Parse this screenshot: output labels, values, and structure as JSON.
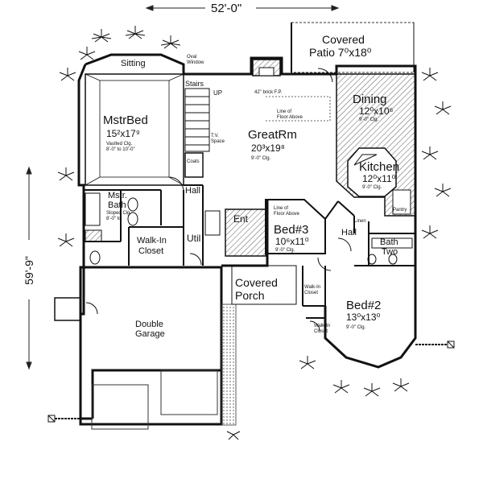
{
  "dimensions": {
    "width": "52'-0\"",
    "depth": "59'-9\""
  },
  "rooms": {
    "sitting": "Sitting",
    "oval_window": "Oval\nWindow",
    "stairs": "Stairs",
    "up": "UP",
    "fireplace": "42\" brick F.P.",
    "covered_patio": "Covered",
    "covered_patio_2": "Patio 7⁰x18⁰",
    "line_floor_above_1": "Line of\nFloor Above",
    "mstr_bed": "MstrBed",
    "mstr_bed_size": "15²x17⁹",
    "mstr_bed_note": "Vaulted Clg.\n8'-0\" to 10'-0\"",
    "great_rm": "GreatRm",
    "great_rm_size": "20³x19⁸",
    "great_rm_note": "9'-0\" Clg.",
    "tv_space": "T.V.\nSpace",
    "coats": "Coats",
    "dining": "Dining",
    "dining_size": "12⁰x10⁶",
    "dining_note": "9'-0\" Clg.",
    "kitchen": "Kitchen",
    "kitchen_size": "12⁰x11⁰",
    "kitchen_note": "9'-0\" Clg.",
    "pantry": "Pantry",
    "hall_1": "Hall",
    "mstr_bath": "Mstr.",
    "mstr_bath_2": "Bath",
    "mstr_bath_note": "Sloped Clg.\n8'-0\" to",
    "walkin_closet": "Walk-In",
    "walkin_closet_2": "Closet",
    "util": "Util",
    "ent": "Ent",
    "line_floor_above_2": "Line of\nFloor Above",
    "bed3": "Bed#3",
    "bed3_size": "10⁶x11⁰",
    "bed3_note": "9'-0\" Clg.",
    "linen": "Linen",
    "hall_2": "Hall",
    "bath": "Bath",
    "bath_2": "Two",
    "covered_porch": "Covered",
    "covered_porch_2": "Porch",
    "walkin_small_1": "Walk-In\nCloset",
    "bed2": "Bed#2",
    "bed2_size": "13⁰x13⁰",
    "bed2_note": "9'-0\" Clg.",
    "walkin_small_2": "Walk-In\nCloset",
    "double_garage": "Double",
    "double_garage_2": "Garage"
  }
}
